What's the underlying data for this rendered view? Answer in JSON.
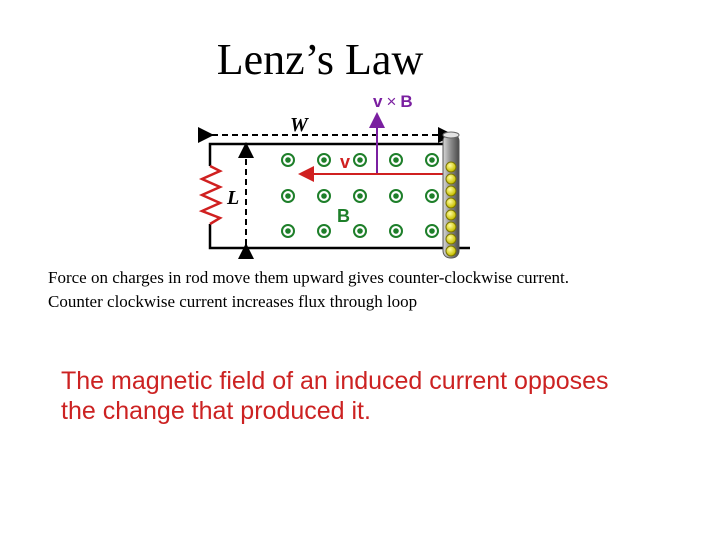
{
  "slide": {
    "title": "Lenz’s Law",
    "caption_line1": "Force on charges in rod move them upward gives counter-clockwise current.",
    "caption_line2": "Counter clockwise current increases flux through loop",
    "law_statement": "The magnetic field of an induced current opposes the change that produced it."
  },
  "diagram": {
    "label_vxB_v": "v",
    "label_vxB_x": "×",
    "label_vxB_B": "B",
    "label_W": "W",
    "label_L": "L",
    "label_v": "v",
    "label_B": "B",
    "field_direction": "out of page",
    "colors": {
      "resistor": "#d02020",
      "velocity_arrow": "#d02020",
      "force_arrow": "#7a1fa0",
      "force_label": "#7a1fa0",
      "field_symbols": "#1e7f2a",
      "charges": "#e8e000",
      "rod": "#888888"
    }
  }
}
